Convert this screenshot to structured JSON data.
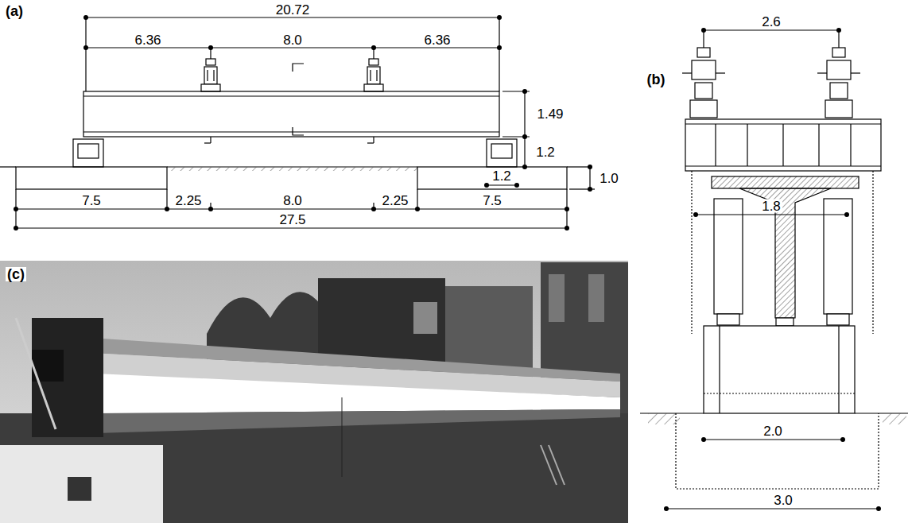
{
  "diagram": {
    "labels": [
      "(a)",
      "20.72",
      "6.36",
      "8.0",
      "6.36",
      "1.49",
      "1.2",
      "1.2",
      "1.0",
      "7.5",
      "2.25",
      "8.0",
      "2.25",
      "7.5",
      "27.5",
      "(b)",
      "2.6",
      "1.8",
      "2.0",
      "3.0",
      "(c)"
    ]
  }
}
